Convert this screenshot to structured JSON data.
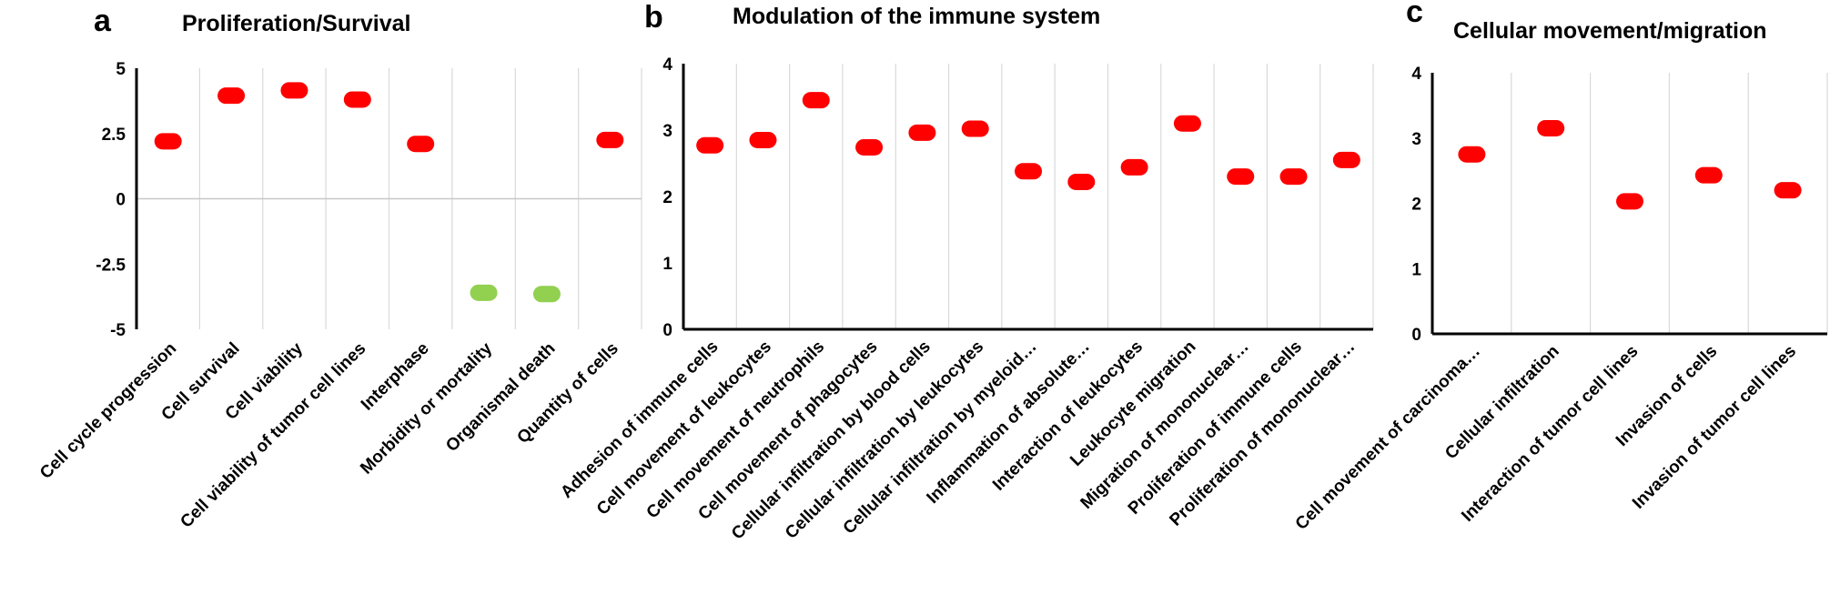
{
  "panels": [
    {
      "letter": "a",
      "title": "Proliferation/Survival"
    },
    {
      "letter": "b",
      "title": "Modulation of the immune system"
    },
    {
      "letter": "c",
      "title": "Cellular movement/migration"
    }
  ],
  "chart_data": [
    {
      "type": "scatter",
      "title": "Proliferation/Survival",
      "ylim": [
        -5,
        5
      ],
      "yticks": [
        "5",
        "2.5",
        "0",
        "-2.5",
        "-5"
      ],
      "grid": true,
      "categories": [
        "Cell cycle progression",
        "Cell survival",
        "Cell viability",
        "Cell viability of tumor cell lines",
        "Interphase",
        "Morbidity or mortality",
        "Organismal death",
        "Quantity of cells"
      ],
      "values": [
        2.2,
        3.95,
        4.15,
        3.8,
        2.1,
        -3.6,
        -3.65,
        2.25
      ],
      "colors": [
        "#ff0000",
        "#ff0000",
        "#ff0000",
        "#ff0000",
        "#ff0000",
        "#92d050",
        "#92d050",
        "#ff0000"
      ]
    },
    {
      "type": "scatter",
      "title": "Modulation of the immune system",
      "ylim": [
        0,
        4
      ],
      "yticks": [
        "4",
        "3",
        "2",
        "1",
        "0"
      ],
      "grid": true,
      "categories": [
        "Adhesion of immune cells",
        "Cell movement of leukocytes",
        "Cell movement of neutrophils",
        "Cell movement of phagocytes",
        "Cellular infiltration by blood cells",
        "Cellular infiltration by leukocytes",
        "Cellular infiltration by myeloid…",
        "Inflammation of absolute…",
        "Interaction of leukocytes",
        "Leukocyte migration",
        "Migration of mononuclear…",
        "Proliferation of immune cells",
        "Proliferation of mononuclear…"
      ],
      "values": [
        2.77,
        2.85,
        3.45,
        2.74,
        2.96,
        3.02,
        2.38,
        2.22,
        2.44,
        3.1,
        2.3,
        2.3,
        2.55
      ],
      "colors": [
        "#ff0000",
        "#ff0000",
        "#ff0000",
        "#ff0000",
        "#ff0000",
        "#ff0000",
        "#ff0000",
        "#ff0000",
        "#ff0000",
        "#ff0000",
        "#ff0000",
        "#ff0000",
        "#ff0000"
      ]
    },
    {
      "type": "scatter",
      "title": "Cellular movement/migration",
      "ylim": [
        0,
        4
      ],
      "yticks": [
        "4",
        "3",
        "2",
        "1",
        "0"
      ],
      "grid": true,
      "categories": [
        "Cell movement of carcinoma…",
        "Cellular infiltration",
        "Interaction of tumor cell lines",
        "Invasion of cells",
        "Invasion of tumor cell lines"
      ],
      "values": [
        2.75,
        3.15,
        2.03,
        2.43,
        2.2
      ],
      "colors": [
        "#ff0000",
        "#ff0000",
        "#ff0000",
        "#ff0000",
        "#ff0000"
      ]
    }
  ]
}
